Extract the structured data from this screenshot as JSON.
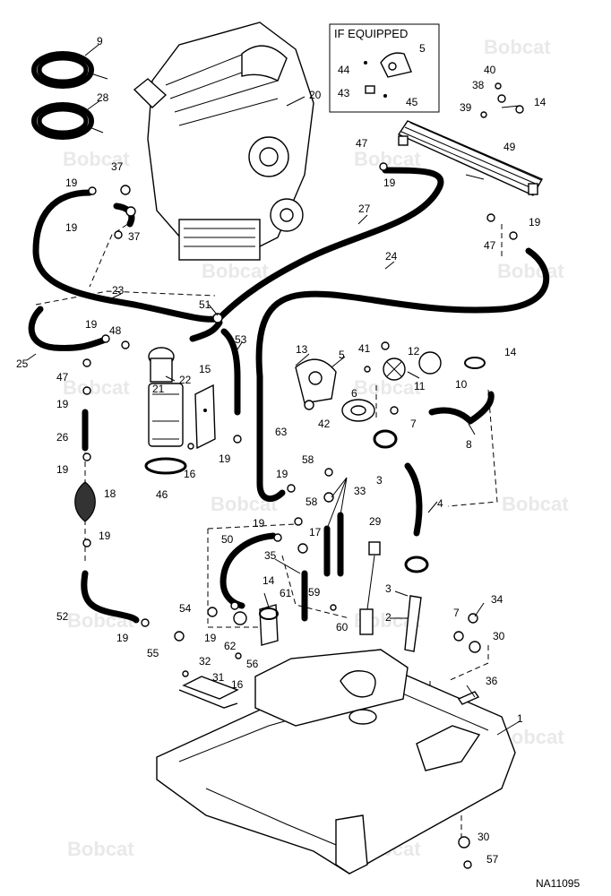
{
  "watermark": "Bobcat",
  "inset": {
    "title": "IF EQUIPPED"
  },
  "figure_ref": "NA11095",
  "callouts": [
    "1",
    "2",
    "3",
    "3",
    "4",
    "5",
    "5",
    "6",
    "7",
    "7",
    "8",
    "9",
    "10",
    "11",
    "12",
    "13",
    "14",
    "14",
    "14",
    "15",
    "16",
    "16",
    "17",
    "18",
    "19",
    "19",
    "19",
    "19",
    "19",
    "19",
    "19",
    "19",
    "19",
    "19",
    "19",
    "19",
    "19",
    "20",
    "21",
    "22",
    "23",
    "24",
    "25",
    "26",
    "27",
    "28",
    "29",
    "30",
    "30",
    "31",
    "32",
    "33",
    "34",
    "35",
    "36",
    "37",
    "37",
    "38",
    "39",
    "40",
    "41",
    "42",
    "43",
    "44",
    "45",
    "46",
    "47",
    "47",
    "47",
    "48",
    "49",
    "50",
    "51",
    "52",
    "53",
    "54",
    "55",
    "56",
    "57",
    "58",
    "58",
    "59",
    "60",
    "61",
    "62",
    "63"
  ]
}
